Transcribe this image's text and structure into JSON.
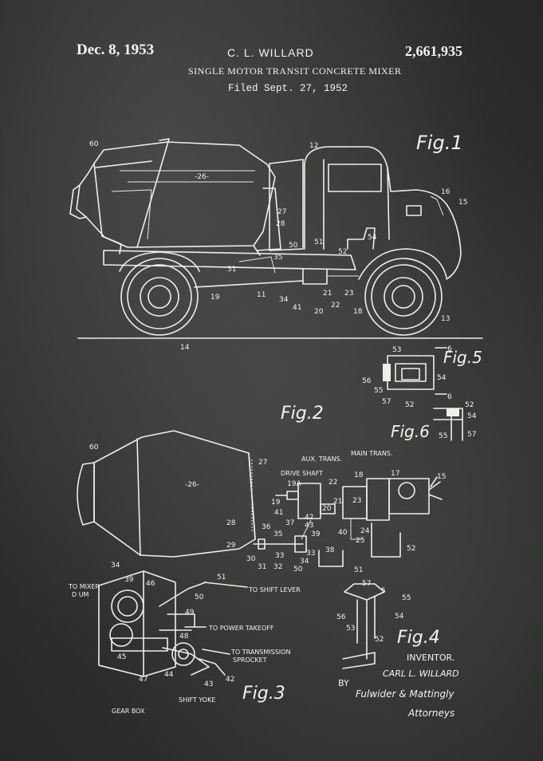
{
  "header": {
    "date": "Dec. 8, 1953",
    "inventor": "C. L. WILLARD",
    "patent_number": "2,661,935",
    "title": "SINGLE MOTOR TRANSIT CONCRETE MIXER",
    "filed": "Filed Sept. 27, 1952"
  },
  "figures": {
    "fig1": "Fig.1",
    "fig2": "Fig.2",
    "fig3": "Fig.3",
    "fig4": "Fig.4",
    "fig5": "Fig.5",
    "fig6": "Fig.6"
  },
  "reference_numerals": {
    "fig1": {
      "n60": "60",
      "n12": "12",
      "n26": "-26-",
      "n16": "16",
      "n15": "15",
      "n27": "27",
      "n28": "28",
      "n50": "50",
      "n51": "51",
      "n52": "52",
      "n54": "54",
      "n35": "35",
      "n31": "31",
      "n11": "11",
      "n19": "19",
      "n34": "34",
      "n41": "41",
      "n20": "20",
      "n21": "21",
      "n22": "22",
      "n23": "23",
      "n18": "18",
      "n13": "13",
      "n14": "14"
    },
    "fig5": {
      "n53": "53",
      "n6a": "6",
      "n6b": "6",
      "n56": "56",
      "n55": "55",
      "n57": "57",
      "n52": "52",
      "n54": "54"
    },
    "fig6": {
      "n52": "52",
      "n54": "54",
      "n55": "55",
      "n57": "57"
    },
    "fig2": {
      "n60": "60",
      "n26": "-26-",
      "n27": "27",
      "n28": "28",
      "n29": "29",
      "n36": "36",
      "n30": "30",
      "n31": "31",
      "n32": "32",
      "n33a": "33",
      "n33b": "33",
      "n35": "35",
      "n37": "37",
      "n42": "42",
      "n43": "43",
      "n39": "39",
      "n34": "34",
      "n50": "50",
      "n38": "38",
      "n40": "40",
      "n24": "24",
      "n25": "25",
      "n51": "51",
      "n52": "52",
      "n19": "19",
      "n19a": "19A",
      "n41": "41",
      "n22": "22",
      "n20": "20",
      "n21": "21",
      "n23": "23",
      "n18": "18",
      "n17": "17",
      "n15": "15"
    },
    "fig3": {
      "n34": "34",
      "n39": "39",
      "n46": "46",
      "n51": "51",
      "n50": "50",
      "n49": "49",
      "n48": "48",
      "n45": "45",
      "n44": "44",
      "n47": "47",
      "n43": "43",
      "n42": "42"
    },
    "fig4": {
      "n57": "57",
      "n5": "5",
      "n55": "55",
      "n54": "54",
      "n56": "56",
      "n53": "53",
      "n52": "52"
    }
  },
  "callouts": {
    "aux_trans": "AUX. TRANS.",
    "main_trans": "MAIN TRANS.",
    "drive_shaft": "DRIVE SHAFT",
    "to_mixer": "TO MIXER",
    "drum": "D UM",
    "to_shift_lever": "TO SHIFT LEVER",
    "to_power_takeoff": "TO POWER TAKEOFF",
    "to_transmission": "TO TRANSMISSION",
    "sprocket": "SPROCKET",
    "gear_box": "GEAR BOX",
    "shift_yoke": "SHIFT YOKE"
  },
  "signature": {
    "inventor_label": "INVENTOR.",
    "inventor_name": "CARL L. WILLARD",
    "by": "BY",
    "attorney_firm": "Fulwider & Mattingly",
    "attorneys": "Attorneys"
  }
}
